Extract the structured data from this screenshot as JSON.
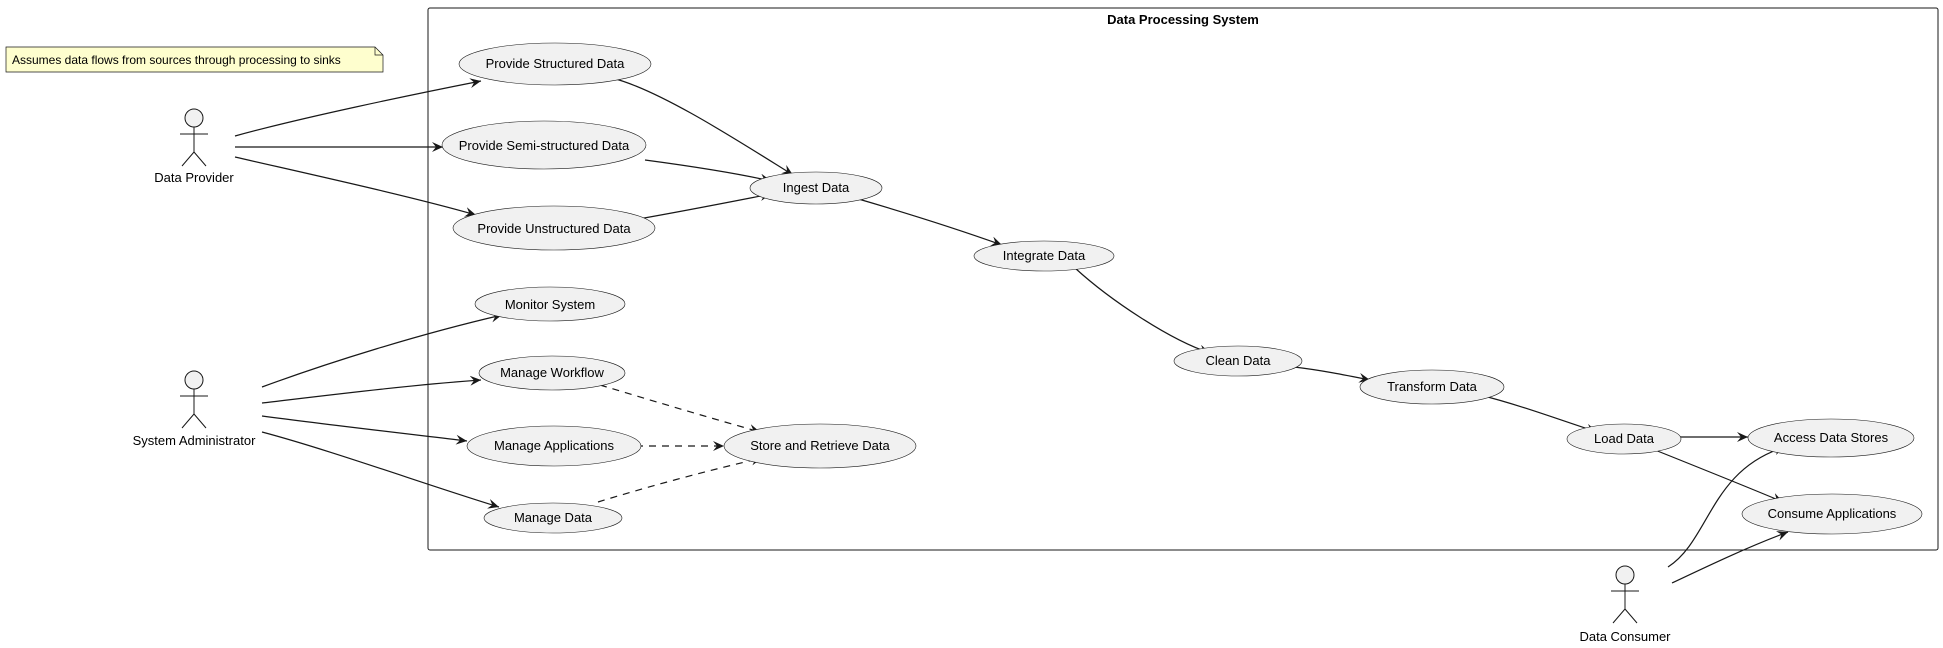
{
  "diagram": {
    "system_title": "Data Processing System",
    "note": "Assumes data flows from sources through processing to sinks",
    "actors": {
      "provider": "Data Provider",
      "admin": "System Administrator",
      "consumer": "Data Consumer"
    },
    "use_cases": {
      "structured": "Provide Structured Data",
      "semi": "Provide Semi-structured Data",
      "unstructured": "Provide Unstructured Data",
      "ingest": "Ingest Data",
      "integrate": "Integrate Data",
      "monitor": "Monitor System",
      "workflow": "Manage Workflow",
      "applications": "Manage Applications",
      "manage_data": "Manage Data",
      "store": "Store and Retrieve Data",
      "clean": "Clean Data",
      "transform": "Transform Data",
      "load": "Load Data",
      "access": "Access Data Stores",
      "consume": "Consume Applications"
    }
  }
}
